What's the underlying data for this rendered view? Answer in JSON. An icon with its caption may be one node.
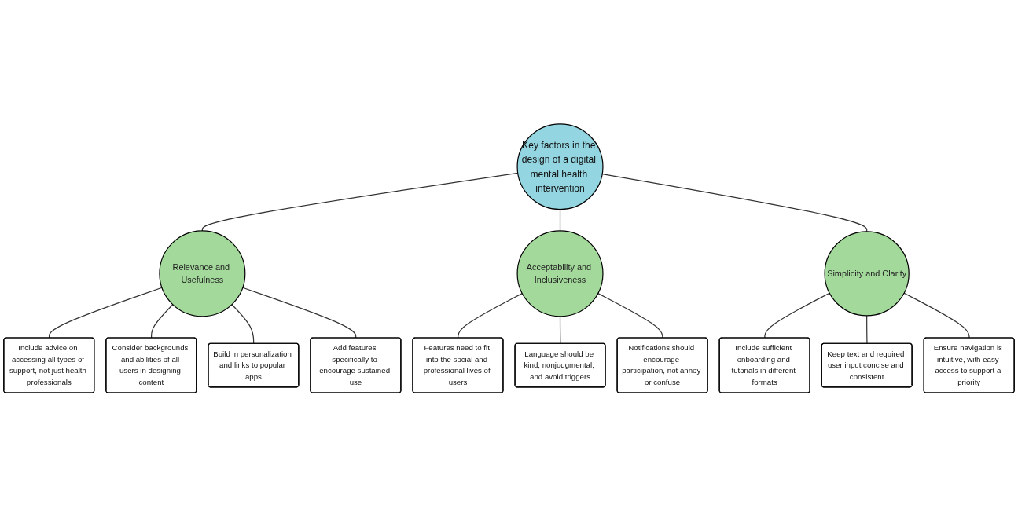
{
  "diagram": {
    "nodes": [
      {
        "text": [
          "Key factors in the design of a digital mental health intervention"
        ]
      },
      {
        "text": [
          "Relevance and Usefulness"
        ]
      },
      {
        "text": [
          "Acceptability and Inclusiveness"
        ]
      },
      {
        "text": [
          "Include advice on accessing all types of support, not just health professionals"
        ]
      },
      {
        "text": [
          "Features need to fit into the social and professional lives of users"
        ]
      },
      {
        "text": [
          "Consider backgrounds and abilities of all users in designing content"
        ]
      },
      {
        "text": [
          "Add features specifically to encourage sustained use"
        ]
      },
      {
        "text": [
          "Simplicity and Clarity"
        ]
      },
      {
        "text": [
          "Language should be kind, nonjudgmental, and avoid triggers"
        ]
      },
      {
        "text": [
          "Notifications should encourage participation, not annoy or confuse"
        ]
      },
      {
        "text": [
          "Build in personalization and links to popular apps"
        ]
      },
      {
        "text": [
          "Include sufficient onboarding and tutorials in different formats"
        ]
      },
      {
        "text": [
          "Keep text and required user input concise and consistent"
        ]
      },
      {
        "text": [
          "Ensure navigation is intuitive, with easy access to support a priority"
        ]
      }
    ],
    "edges": [
      {
        "from": 0,
        "to": 1,
        "arrow": "none"
      },
      {
        "from": 0,
        "to": 2,
        "arrow": "none"
      },
      {
        "from": 0,
        "to": 7,
        "arrow": "none"
      },
      {
        "from": 1,
        "to": 3,
        "arrow": "none"
      },
      {
        "from": 1,
        "to": 5,
        "arrow": "none"
      },
      {
        "from": 1,
        "to": 10,
        "arrow": "none"
      },
      {
        "from": 1,
        "to": 6,
        "arrow": "none"
      },
      {
        "from": 2,
        "to": 4,
        "arrow": "none"
      },
      {
        "from": 2,
        "to": 8,
        "arrow": "none"
      },
      {
        "from": 2,
        "to": 9,
        "arrow": "none"
      },
      {
        "from": 7,
        "to": 11,
        "arrow": "none"
      },
      {
        "from": 7,
        "to": 12,
        "arrow": "none"
      },
      {
        "from": 7,
        "to": 13,
        "arrow": "none"
      }
    ]
  }
}
